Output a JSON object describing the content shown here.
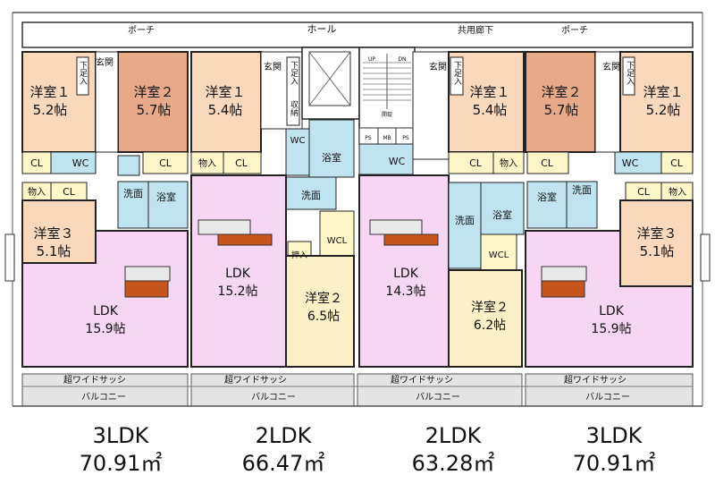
{
  "labels": {
    "porch": "ポーチ",
    "hall": "ホール",
    "corridor": "共用廊下",
    "entrance": "玄関",
    "shoebox": "下足入",
    "storage_tall": "収納",
    "closet": "CL",
    "store": "物入",
    "wc": "WC",
    "bath": "浴室",
    "wash": "洗面",
    "wcl": "WCL",
    "oshiire": "押入",
    "sash": "超ワイドサッシ",
    "balcony": "バルコニー",
    "stair_up": "UP",
    "stair_dn": "DN",
    "stair_note": "開錠",
    "ps": "PS",
    "mb": "MB"
  },
  "rooms": {
    "u1_yo1": {
      "name": "洋室１",
      "size": "5.2帖"
    },
    "u1_yo2": {
      "name": "洋室２",
      "size": "5.7帖"
    },
    "u1_yo3": {
      "name": "洋室３",
      "size": "5.1帖"
    },
    "u1_ldk": {
      "name": "LDK",
      "size": "15.9帖"
    },
    "u2_yo1": {
      "name": "洋室１",
      "size": "5.4帖"
    },
    "u2_ldk": {
      "name": "LDK",
      "size": "15.2帖"
    },
    "u2_yo2": {
      "name": "洋室２",
      "size": "6.5帖"
    },
    "u3_ldk": {
      "name": "LDK",
      "size": "14.3帖"
    },
    "u3_yo2": {
      "name": "洋室２",
      "size": "6.2帖"
    },
    "u3_yo1": {
      "name": "洋室１",
      "size": "5.4帖"
    },
    "u4_yo2": {
      "name": "洋室２",
      "size": "5.7帖"
    },
    "u4_yo1": {
      "name": "洋室１",
      "size": "5.2帖"
    },
    "u4_yo3": {
      "name": "洋室３",
      "size": "5.1帖"
    },
    "u4_ldk": {
      "name": "LDK",
      "size": "15.9帖"
    }
  },
  "units": [
    {
      "type": "3LDK",
      "area": "70.91㎡"
    },
    {
      "type": "2LDK",
      "area": "66.47㎡"
    },
    {
      "type": "2LDK",
      "area": "63.28㎡"
    },
    {
      "type": "3LDK",
      "area": "70.91㎡"
    }
  ],
  "colors": {
    "bedroom": "#f9d8bb",
    "bedroom_alt": "#e8a988",
    "ldk": "#f6d6f3",
    "wet": "#bfe3ef",
    "bedroom2_cream": "#fbefc6",
    "kitchen": "#c8551c",
    "closet": "#fdf6c9",
    "balcony": "#e4e4e4",
    "wall": "#222222"
  }
}
